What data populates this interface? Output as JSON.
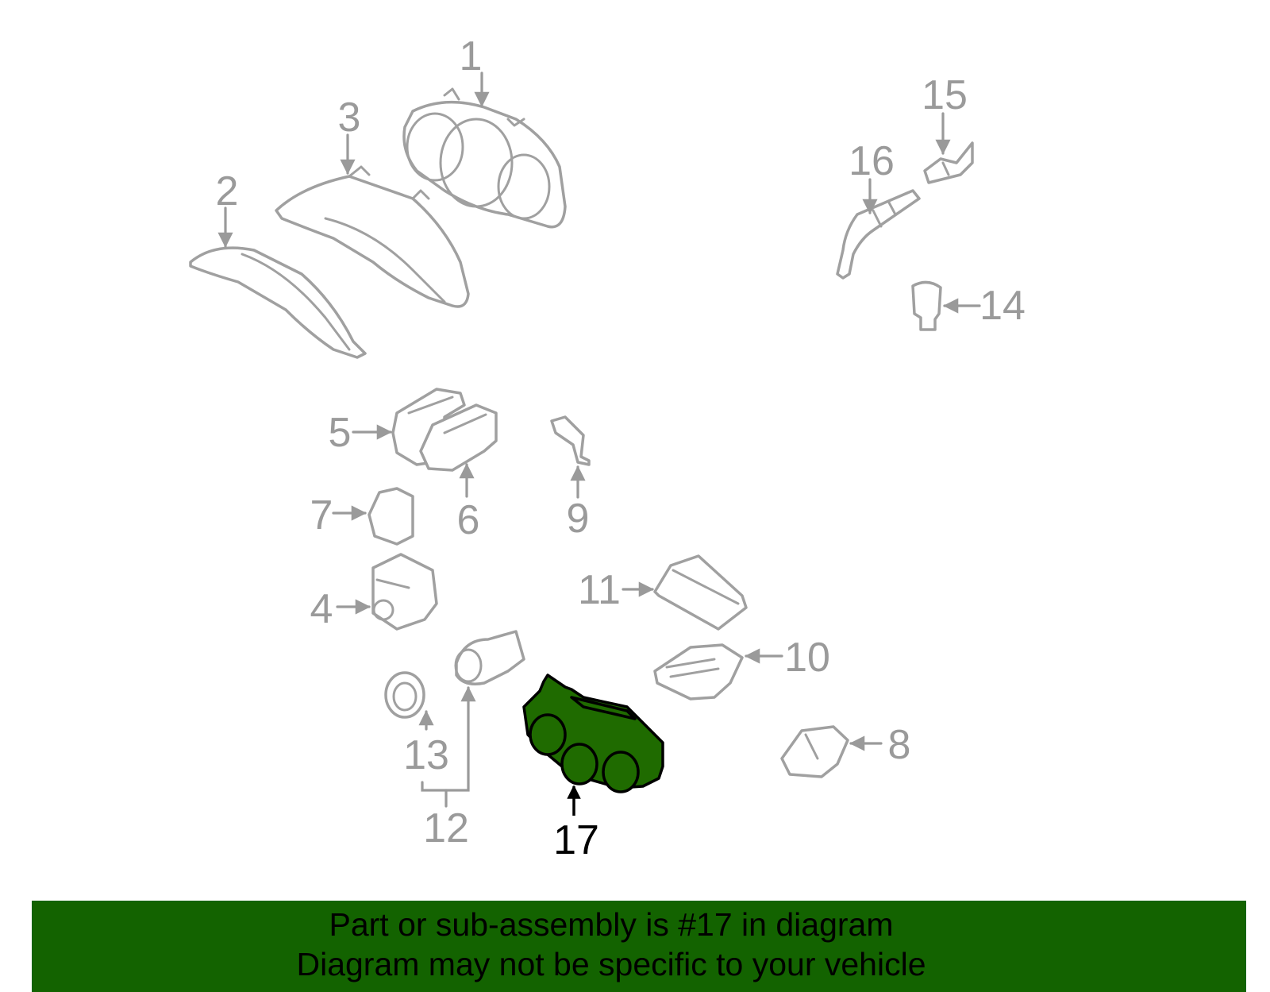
{
  "callouts": {
    "p1": "1",
    "p2": "2",
    "p3": "3",
    "p4": "4",
    "p5": "5",
    "p6": "6",
    "p7": "7",
    "p8": "8",
    "p9": "9",
    "p10": "10",
    "p11": "11",
    "p12": "12",
    "p13": "13",
    "p14": "14",
    "p15": "15",
    "p16": "16",
    "p17": "17"
  },
  "highlighted_part": "17",
  "colors": {
    "part_outline": "#a0a0a0",
    "highlight_fill": "#1f6b00",
    "banner_bg": "#136300"
  },
  "banner": {
    "line1": "Part or sub-assembly is #17 in diagram",
    "line2": "Diagram may not be specific to your vehicle"
  }
}
